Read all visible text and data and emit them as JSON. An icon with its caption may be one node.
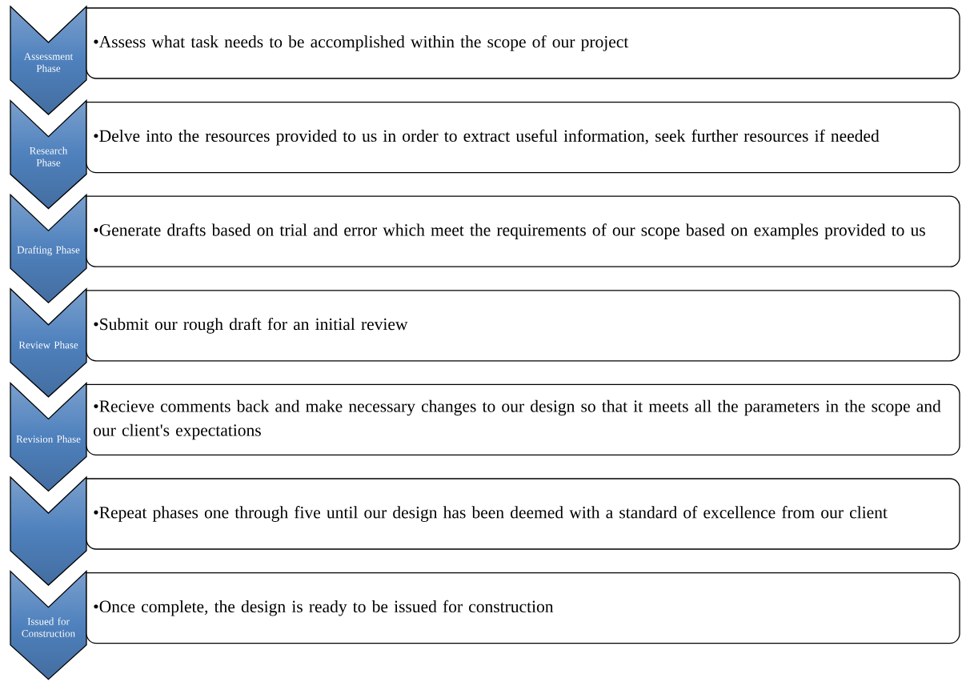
{
  "diagram": {
    "nodes": [
      {
        "text": [
          "Assessment Phase"
        ]
      },
      {
        "text": [
          "•Assess what task needs to be accomplished within the scope of our project"
        ]
      },
      {
        "text": [
          "Research Phase"
        ]
      },
      {
        "text": [
          "•Delve into the resources provided to us in order to extract useful information, seek further resources if needed"
        ]
      },
      {
        "text": [
          "Drafting Phase"
        ]
      },
      {
        "text": [
          "•Generate drafts based on trial and error which meet the requirements of our scope based on examples provided to us"
        ]
      },
      {
        "text": [
          "Review Phase"
        ]
      },
      {
        "text": [
          "•Submit our rough draft for an initial review"
        ]
      },
      {
        "text": [
          "Revision Phase"
        ]
      },
      {
        "text": [
          "•Recieve comments back and make necessary changes to our design so that it meets all the parameters in the scope and our client's expectations"
        ]
      },
      {
        "text": [],
        "shape": "chevron"
      },
      {
        "text": [
          "•Repeat phases one through five until our design has been deemed with a standard of excellence from our client"
        ]
      },
      {
        "text": [
          "Issued for Construction"
        ]
      },
      {
        "text": [
          "•Once complete, the design is ready to be issued for construction"
        ]
      }
    ]
  }
}
